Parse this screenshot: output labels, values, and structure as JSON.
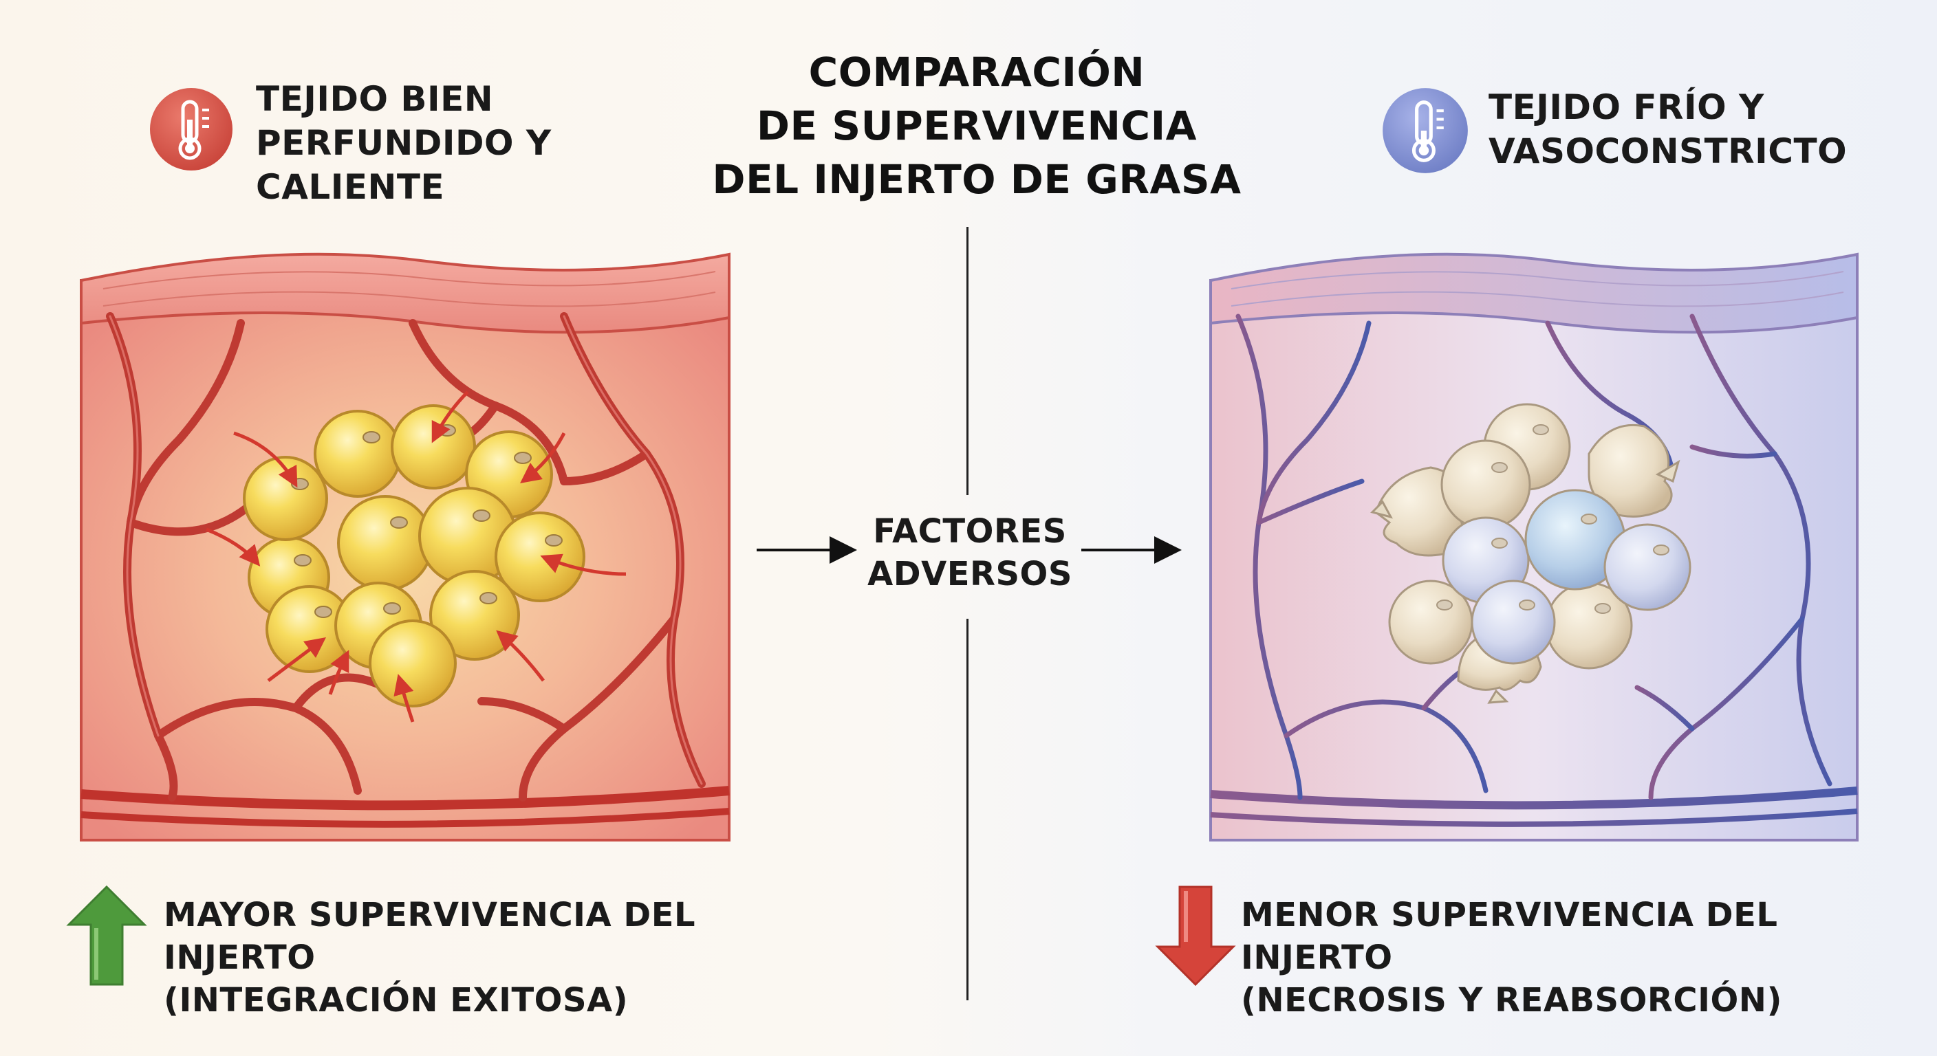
{
  "title": {
    "line1": "COMPARACIÓN",
    "line2": "DE SUPERVIVENCIA",
    "line3": "DEL INJERTO DE GRASA"
  },
  "left": {
    "header_line1": "TEJIDO BIEN",
    "header_line2": "PERFUNDIDO Y CALIENTE",
    "icon": "thermometer-hot-icon",
    "accent": "#d9534a",
    "outcome_line1": "MAYOR SUPERVIVENCIA DEL INJERTO",
    "outcome_line2": "(INTEGRACIÓN EXITOSA)",
    "outcome_arrow_color": "#4e9a3c"
  },
  "center": {
    "line1": "FACTORES",
    "line2": "ADVERSOS"
  },
  "right": {
    "header_line1": "TEJIDO FRÍO Y",
    "header_line2": "VASOCONSTRICTO",
    "icon": "thermometer-cold-icon",
    "accent": "#7f8fd0",
    "outcome_line1": "MENOR SUPERVIVENCIA DEL INJERTO",
    "outcome_line2": "(NECROSIS Y REABSORCIÓN)",
    "outcome_arrow_color": "#d5443a"
  }
}
